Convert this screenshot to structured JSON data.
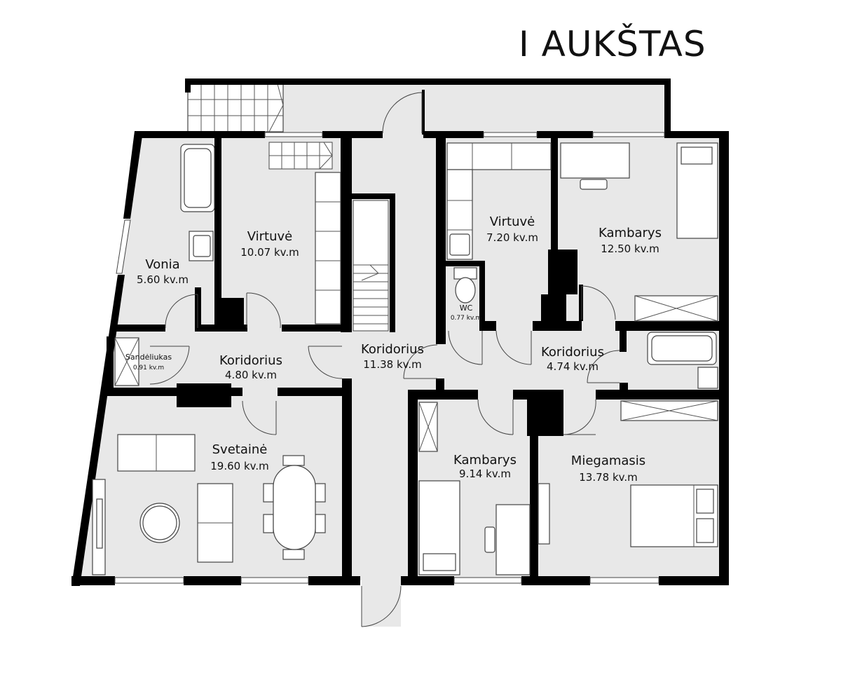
{
  "floor_title": "I AUKŠTAS",
  "rooms": {
    "vonia": {
      "name": "Vonia",
      "area": "5.60 kv.m"
    },
    "virtuve_left": {
      "name": "Virtuvė",
      "area": "10.07 kv.m"
    },
    "virtuve_right": {
      "name": "Virtuvė",
      "area": "7.20 kv.m"
    },
    "kambarys_top": {
      "name": "Kambarys",
      "area": "12.50 kv.m"
    },
    "wc": {
      "name": "WC",
      "area": "0.77 kv.m"
    },
    "sandeliukas": {
      "name": "Sandėliukas",
      "area": "0.91 kv.m"
    },
    "koridorius_left": {
      "name": "Koridorius",
      "area": "4.80 kv.m"
    },
    "koridorius_center": {
      "name": "Koridorius",
      "area": "11.38 kv.m"
    },
    "koridorius_right": {
      "name": "Koridorius",
      "area": "4.74 kv.m"
    },
    "svetaine": {
      "name": "Svetainė",
      "area": "19.60 kv.m"
    },
    "kambarys_bottom": {
      "name": "Kambarys",
      "area": "9.14 kv.m"
    },
    "miegamasis": {
      "name": "Miegamasis",
      "area": "13.78 kv.m"
    }
  },
  "colors": {
    "wall": "#000000",
    "floor": "#e8e8e8",
    "background": "#ffffff"
  }
}
